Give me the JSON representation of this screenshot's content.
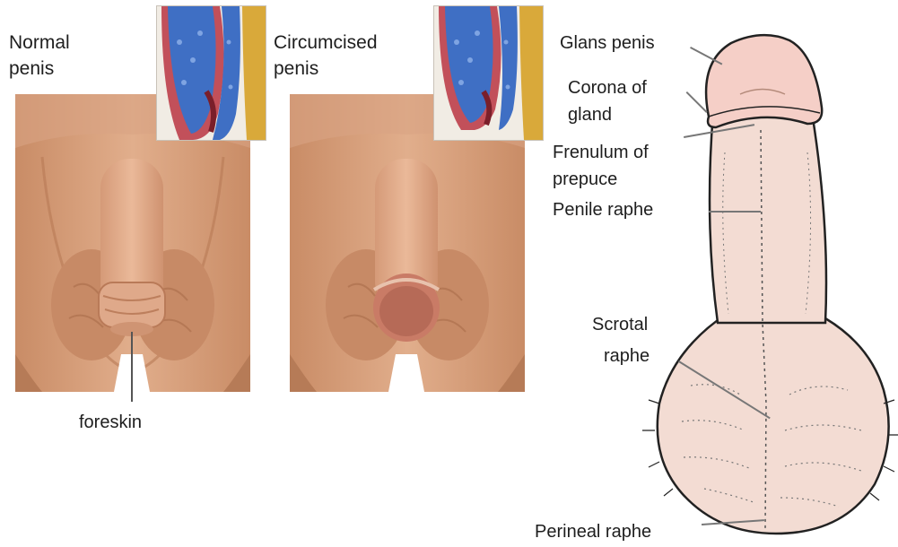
{
  "normal": {
    "title_line1": "Normal",
    "title_line2": "penis",
    "foreskin_label": "foreskin"
  },
  "circumcised": {
    "title_line1": "Circumcised",
    "title_line2": "penis"
  },
  "anatomy": {
    "glans": "Glans penis",
    "corona_line1": "Corona of",
    "corona_line2": "gland",
    "frenulum_line1": "Frenulum of",
    "frenulum_line2": "prepuce",
    "penile_raphe": "Penile raphe",
    "scrotal_line1": "Scrotal",
    "scrotal_line2": "raphe",
    "perineal_raphe": "Perineal raphe"
  },
  "colors": {
    "skin": "#d9a27e",
    "skin_dark": "#b97a55",
    "drawing_skin": "#f3dcd3",
    "tissue_blue": "#3f6fc4",
    "tissue_red": "#c2505a",
    "fat_yellow": "#d9a93a"
  }
}
